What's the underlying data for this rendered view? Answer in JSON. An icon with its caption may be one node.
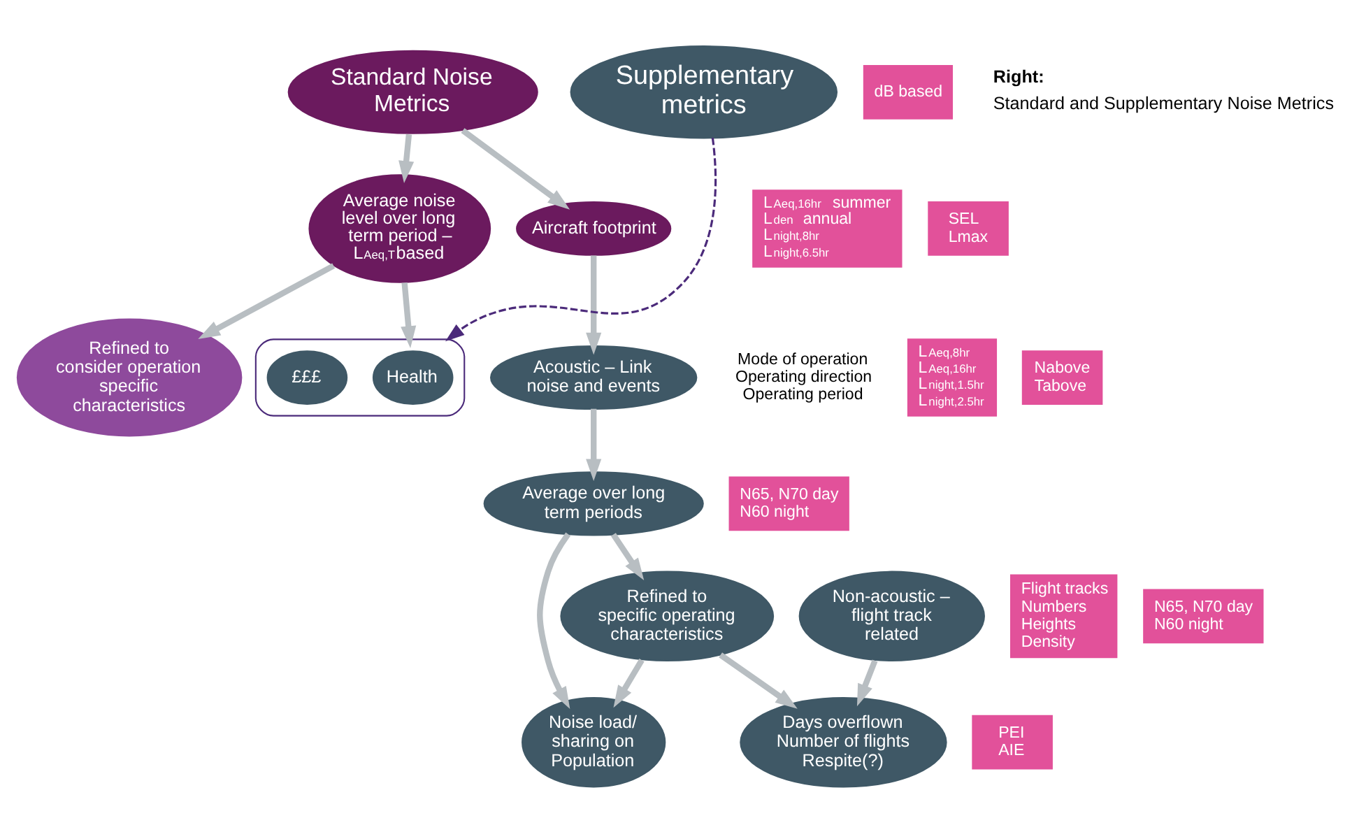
{
  "diagram": {
    "nodes": [
      {
        "text": [
          "Standard Noise Metrics"
        ]
      },
      {
        "text": [
          "dB based"
        ]
      },
      {
        "text": [
          "Average noise level over long term period – L$_{Aeq,T}$based"
        ]
      },
      {
        "text": [
          "L$_{Aeq,16hr}$ summer",
          "L$_{den}$ annual",
          "L$_{night,8hr}$",
          "L$_{night,6.5hr}$"
        ]
      },
      {
        "text": [
          "Refined to consider operation specific characteristics"
        ],
        "beside": [
          "Mode of operation",
          "Operating direction",
          "Operating period"
        ]
      },
      {
        "text": [
          "L$_{Aeq,8hr}$",
          "L$_{Aeq,16hr}$",
          "L$_{night,1.5hr}$",
          "L$_{night,2.5hr}$"
        ]
      },
      {
        "text": [
          "Aircraft footprint"
        ]
      },
      {
        "text": [
          "SEL",
          "Lmax"
        ]
      },
      {
        "text": [],
        "shape": "ellipse"
      },
      {
        "text": [
          "Health"
        ],
        "in": 8
      },
      {
        "text": [
          "£££"
        ],
        "in": 8
      },
      {
        "text": [
          "Supplementary metrics"
        ]
      },
      {
        "text": [
          "Acoustic – Link noise and events"
        ]
      },
      {
        "text": [
          "Nabove",
          "Tabove"
        ]
      },
      {
        "text": [
          "Non-acoustic – flight track related"
        ]
      },
      {
        "text": [
          "Flight tracks",
          "Numbers",
          "Heights",
          "Density"
        ]
      },
      {
        "text": [
          "Average over long term periods"
        ]
      },
      {
        "text": [
          "N65, N70 day",
          "N60 night"
        ]
      },
      {
        "text": [
          "Refined to specific operating characteristics"
        ]
      },
      {
        "text": [
          "N65, N70 day",
          "N60 night"
        ]
      },
      {
        "text": [
          "Noise load/ sharing on Population"
        ]
      },
      {
        "text": [
          "PEI",
          "AIE"
        ]
      },
      {
        "text": [
          "Days overflown",
          "Number of flights",
          "Respite(?)"
        ]
      }
    ],
    "edges": [
      {
        "from": 0,
        "to": 2,
        "arrow": "to"
      },
      {
        "from": 0,
        "to": 6,
        "arrow": "to"
      },
      {
        "from": 2,
        "to": 4,
        "arrow": "to"
      },
      {
        "from": 2,
        "to": 8,
        "arrow": "to"
      },
      {
        "from": 6,
        "to": 12,
        "arrow": "to"
      },
      {
        "from": 11,
        "to": 8,
        "arrow": "to",
        "style": "dashed",
        "color": "#4b2a7a"
      },
      {
        "from": 12,
        "to": 16,
        "arrow": "to"
      },
      {
        "from": 16,
        "to": 18,
        "arrow": "to"
      },
      {
        "from": 16,
        "to": 20,
        "arrow": "to"
      },
      {
        "from": 18,
        "to": 20,
        "arrow": "to"
      },
      {
        "from": 18,
        "to": 22,
        "arrow": "to"
      },
      {
        "from": 14,
        "to": 22,
        "arrow": "to"
      }
    ],
    "labels": [
      "Right:",
      "Standard and Supplementary Noise Metrics"
    ]
  }
}
